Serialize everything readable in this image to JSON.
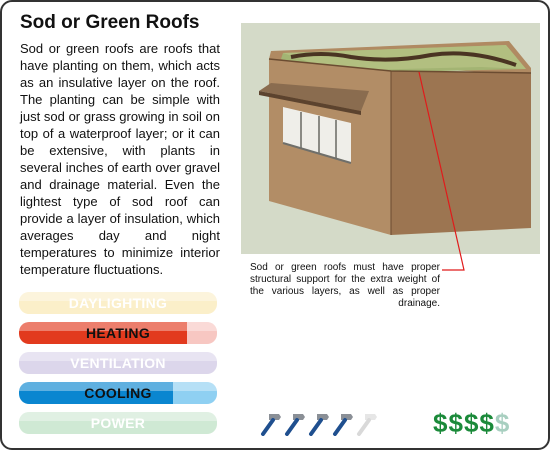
{
  "title": "Sod or Green Roofs",
  "body": "Sod or green roofs are roofs that have planting on them, which acts as an insulative layer on the roof.  The planting can be simple with just sod or grass growing in soil on top of a waterproof layer; or it can be extensive, with plants in several inches of earth over gravel and drainage material. Even the lightest type of sod roof can provide a layer of insulation, which averages day and night temperatures to minimize interior temperature fluctuations.",
  "caption": "Sod or green roofs must have proper structural support for the extra weight of the various layers, as well as proper drainage.",
  "bars": [
    {
      "label": "DAYLIGHTING",
      "level": 0,
      "base": "#fbefc9",
      "fill": "#f3c865",
      "text": "#ffffff"
    },
    {
      "label": "HEATING",
      "level": 0.85,
      "base": "#f7c7c2",
      "fill": "#e23a1e",
      "text": "#111111"
    },
    {
      "label": "VENTILATION",
      "level": 0,
      "base": "#dcd6eb",
      "fill": "#a99bd0",
      "text": "#ffffff"
    },
    {
      "label": "COOLING",
      "level": 0.78,
      "base": "#8fd0f2",
      "fill": "#0a86d0",
      "text": "#111111"
    },
    {
      "label": "POWER",
      "level": 0,
      "base": "#cfe9d4",
      "fill": "#7fc48f",
      "text": "#ffffff"
    }
  ],
  "effort_rating": {
    "filled": 4,
    "total": 5,
    "icon": "hammer-icon"
  },
  "cost_rating": {
    "symbol": "$",
    "filled": 4,
    "total": 5,
    "color": "#1b8a3a",
    "empty_color": "#a8cfc0"
  }
}
